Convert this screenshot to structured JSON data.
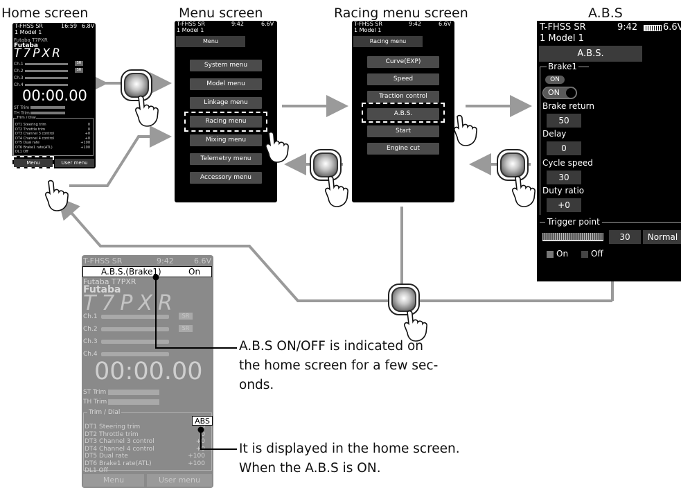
{
  "captions": {
    "home": "Home screen",
    "menu": "Menu screen",
    "racing": "Racing menu screen",
    "abs": "A.B.S"
  },
  "home_screen": {
    "status_left": "T-FHSS SR",
    "status_time": "16:59",
    "status_volt": "6.8V",
    "model": "1   Model 1",
    "brand_line": "Futaba T7PXR",
    "brand": "Futaba",
    "logo": "T7PXR",
    "channels": [
      "Ch.1",
      "Ch.2",
      "Ch.3",
      "Ch.4"
    ],
    "sr_label": "SR",
    "timer": "00:00.00",
    "st_trim": "ST Trim",
    "th_trim": "TH Trim",
    "trim_dial": "Trim / Dial",
    "dt_items": [
      {
        "name": "DT1  Steering trim",
        "value": "0"
      },
      {
        "name": "DT2  Throttle trim",
        "value": "0"
      },
      {
        "name": "DT3  Channel 3 control",
        "value": "+0"
      },
      {
        "name": "DT4  Channel 4 control",
        "value": "+0"
      },
      {
        "name": "DT5  Dual rate",
        "value": "+100"
      },
      {
        "name": "DT6  Brake1 rate(ATL)",
        "value": "+100"
      },
      {
        "name": "DL1  Off",
        "value": ""
      }
    ],
    "menu_btn": "Menu",
    "user_menu_btn": "User menu"
  },
  "menu_screen": {
    "status_left": "T-FHSS SR",
    "status_time": "9:42",
    "status_volt": "6.6V",
    "model": "1   Model 1",
    "title": "Menu",
    "items": [
      "System menu",
      "Model menu",
      "Linkage menu",
      "Racing menu",
      "Mixing menu",
      "Telemetry menu",
      "Accessory menu"
    ]
  },
  "racing_screen": {
    "status_left": "T-FHSS SR",
    "status_time": "9:42",
    "status_volt": "6.6V",
    "model": "1   Model 1",
    "title": "Racing menu",
    "items": [
      "Curve(EXP)",
      "Speed",
      "Traction control",
      "A.B.S.",
      "Start",
      "Engine cut"
    ]
  },
  "abs_screen": {
    "status_left": "T-FHSS SR",
    "status_time": "9:42",
    "status_volt": "6.6V",
    "model": "1   Model 1",
    "title": "A.B.S.",
    "brake": "Brake1",
    "on_badge": "ON",
    "toggle_label": "ON",
    "brake_return_label": "Brake return",
    "brake_return": "50",
    "delay_label": "Delay",
    "delay": "0",
    "cycle_speed_label": "Cycle speed",
    "cycle_speed": "30",
    "duty_ratio_label": "Duty ratio",
    "duty_ratio": "+0",
    "trigger_label": "Trigger point",
    "trigger_value": "30",
    "trigger_mode": "Normal",
    "legend_on": "On",
    "legend_off": "Off"
  },
  "home_big": {
    "status_left": "T-FHSS SR",
    "status_time": "9:42",
    "status_volt": "6.6V",
    "popup_title": "A.B.S.(Brake1)",
    "popup_state": "On",
    "brand_line": "Futaba T7PXR",
    "brand": "Futaba",
    "logo": "T7PXR",
    "channels": [
      "Ch.1",
      "Ch.2",
      "Ch.3",
      "Ch.4"
    ],
    "sr_label": "SR",
    "timer": "00:00.00",
    "st_trim": "ST Trim",
    "th_trim": "TH Trim",
    "trim_dial": "Trim / Dial",
    "abs_badge": "ABS",
    "dt_items": [
      {
        "name": "DT1  Steering trim",
        "value": "0"
      },
      {
        "name": "DT2  Throttle trim",
        "value": "0"
      },
      {
        "name": "DT3  Channel 3 control",
        "value": "+0"
      },
      {
        "name": "DT4  Channel 4 control",
        "value": "+0"
      },
      {
        "name": "DT5  Dual rate",
        "value": "+100"
      },
      {
        "name": "DT6  Brake1 rate(ATL)",
        "value": "+100"
      },
      {
        "name": "DL1  Off",
        "value": ""
      }
    ],
    "menu_btn": "Menu",
    "user_menu_btn": "User menu"
  },
  "annotations": {
    "abs_onoff": [
      "A.B.S ON/OFF is indicated on",
      "the home screen for a few sec-",
      "onds."
    ],
    "abs_badge": [
      "It is displayed in the home screen.",
      "When the A.B.S is ON."
    ]
  },
  "colors": {
    "screen_bg": "#000000",
    "button_bg": "#4b4b4b",
    "arrow": "#9a9a9a",
    "home_big_bg": "#8a8a8a"
  },
  "icons": [
    "press-button-icon",
    "pointing-hand-icon"
  ]
}
